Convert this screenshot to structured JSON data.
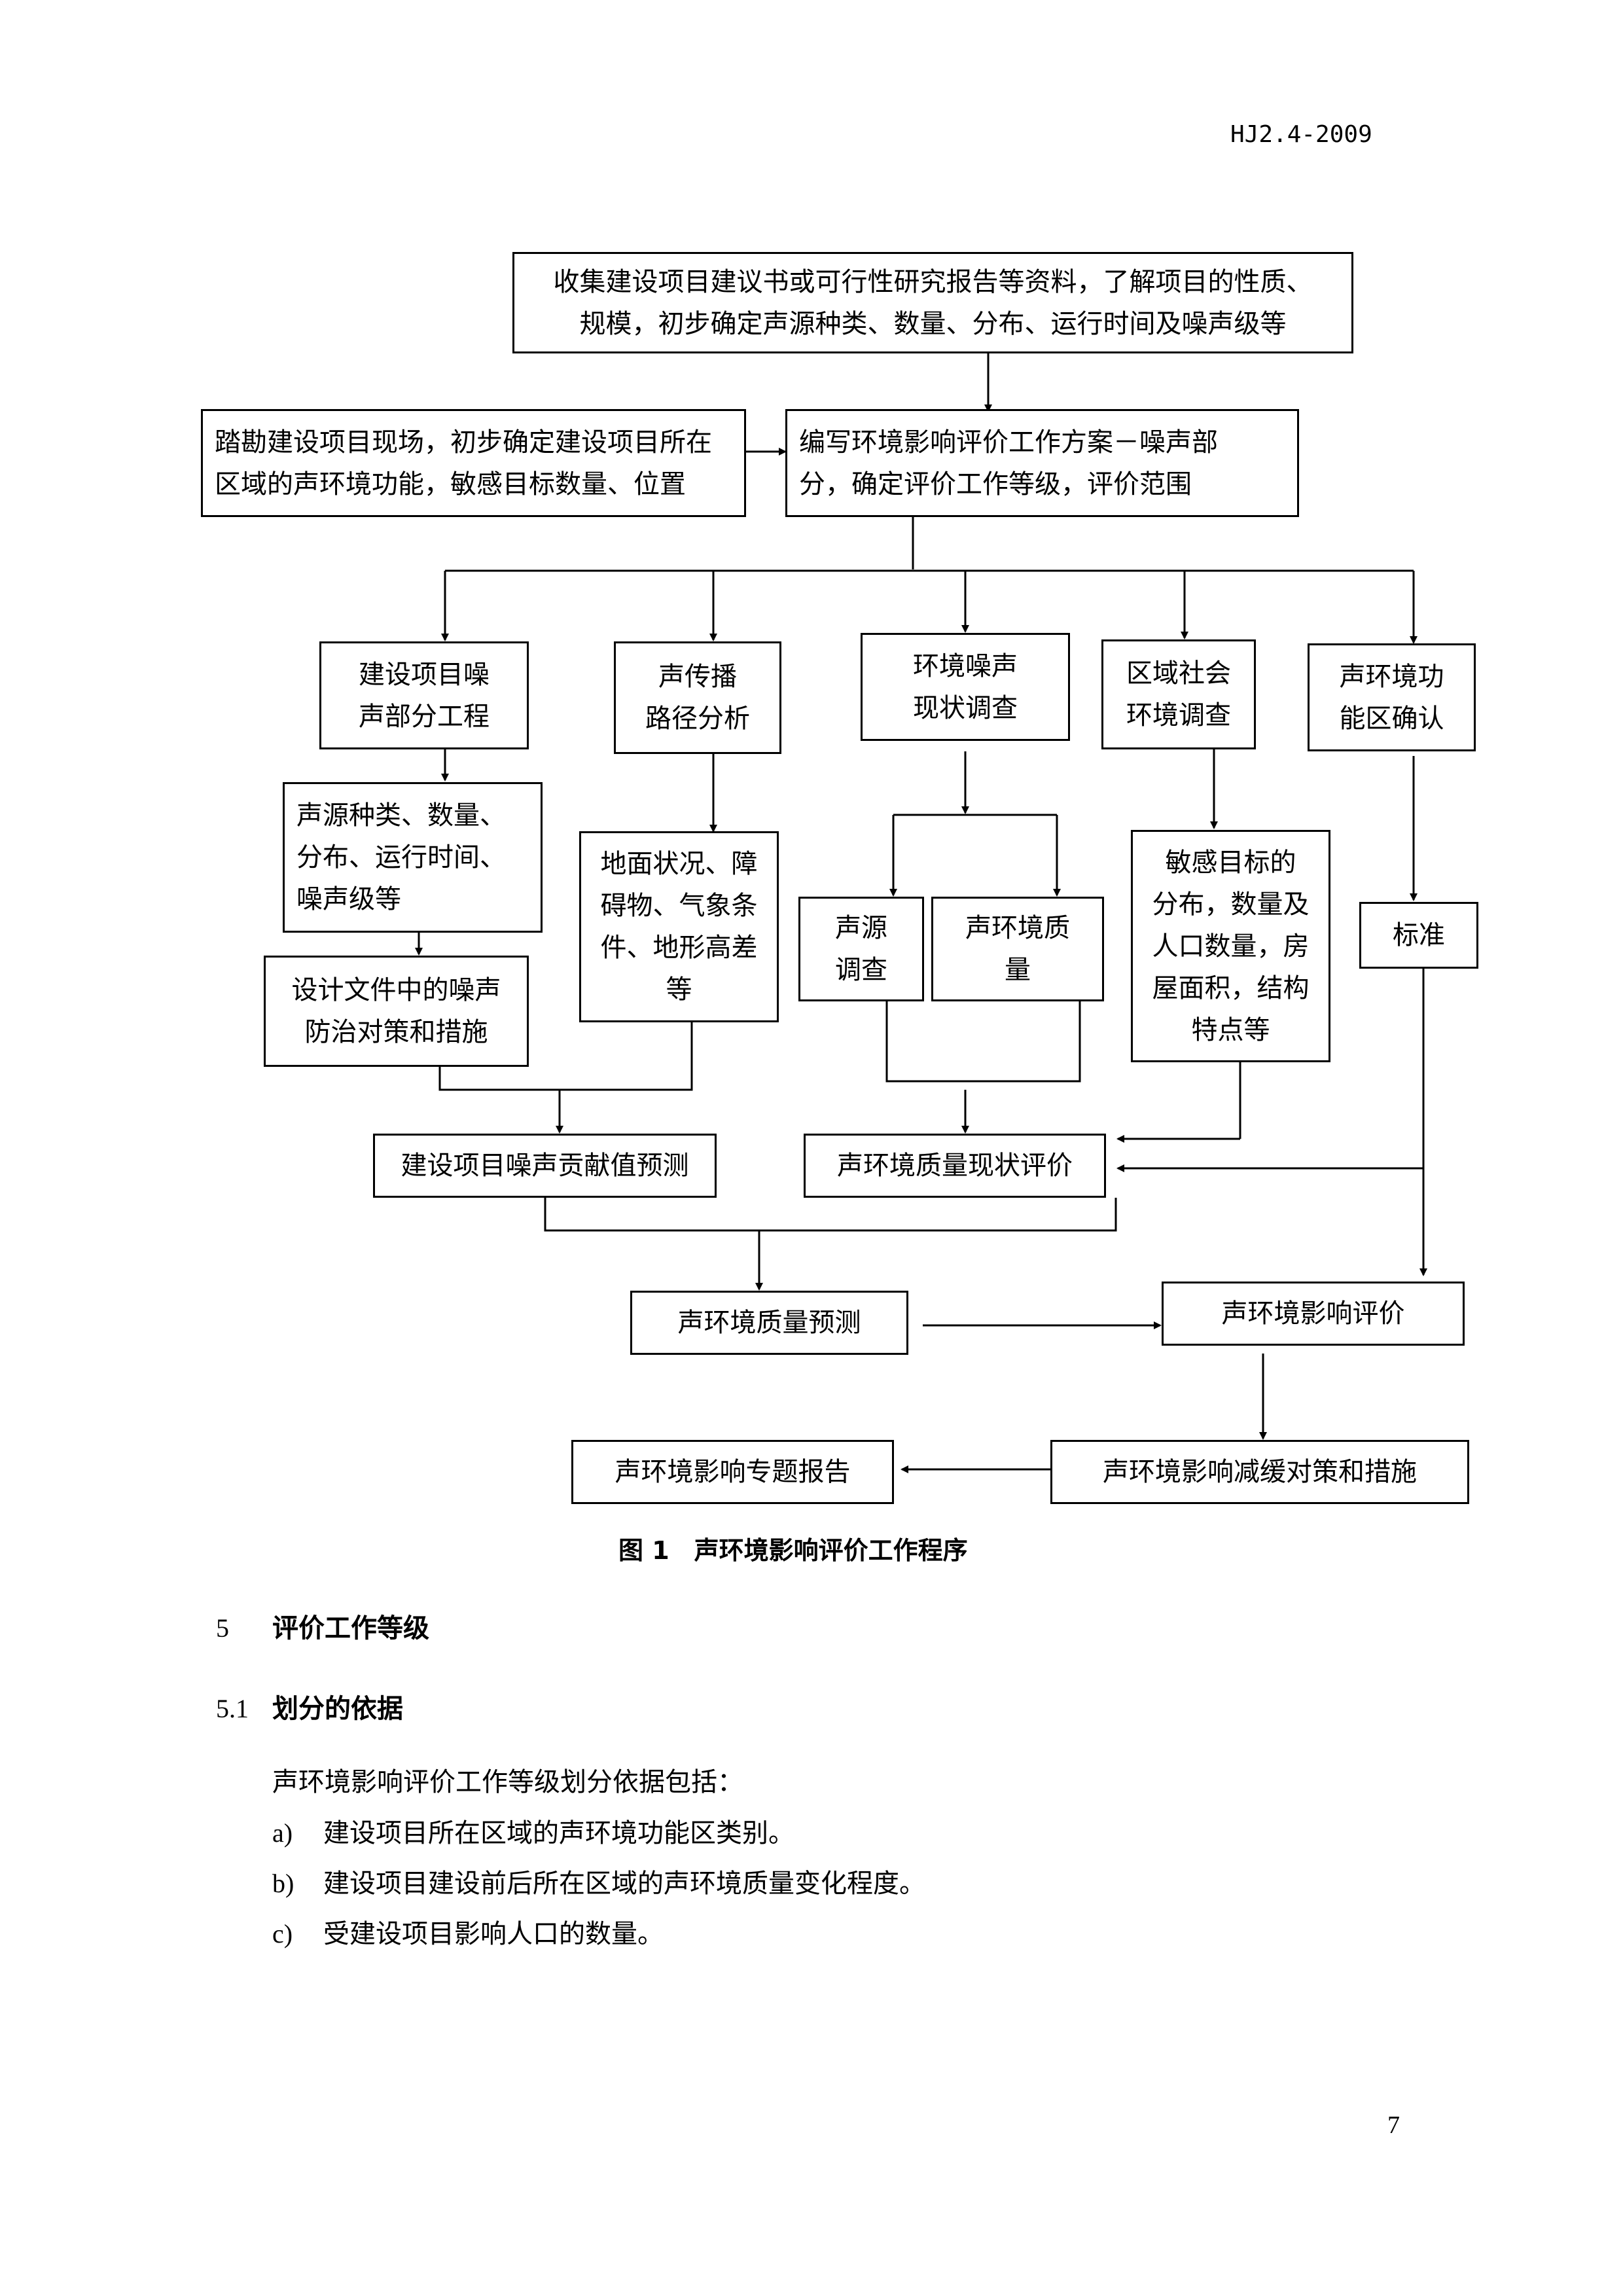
{
  "header": {
    "standard_number": "HJ2.4-2009"
  },
  "flowchart": {
    "collect": [
      "收集建设项目建议书或可行性研究报告等资料，了解项目的性质、",
      "规模，初步确定声源种类、数量、分布、运行时间及噪声级等"
    ],
    "survey": [
      "踏勘建设项目现场，初步确定建设项目所在",
      "区域的声环境功能，敏感目标数量、位置"
    ],
    "plan": [
      "编写环境影响评价工作方案－噪声部",
      "分，确定评价工作等级，评价范围"
    ],
    "project_noise": [
      "建设项目噪",
      "声部分工程"
    ],
    "propagation": [
      "声传播",
      "路径分析"
    ],
    "env_noise": [
      "环境噪声",
      "现状调查"
    ],
    "regional_social": [
      "区域社会",
      "环境调查"
    ],
    "function_zone": [
      "声环境功",
      "能区确认"
    ],
    "source_types": [
      "声源种类、数量、",
      "分布、运行时间、",
      "噪声级等"
    ],
    "design_docs": [
      "设计文件中的噪声",
      "防治对策和措施"
    ],
    "terrain": [
      "地面状况、障",
      "碍物、气象条",
      "件、地形高差",
      "等"
    ],
    "source_survey": [
      "声源",
      "调查"
    ],
    "quality_survey": [
      "声环境质",
      "量"
    ],
    "sensitive": [
      "敏感目标的",
      "分布，数量及",
      "人口数量，房",
      "屋面积，结构",
      "特点等"
    ],
    "standard": "标准",
    "contribution_forecast": "建设项目噪声贡献值预测",
    "status_eval": "声环境质量现状评价",
    "quality_forecast": "声环境质量预测",
    "impact_eval": "声环境影响评价",
    "mitigation": "声环境影响减缓对策和措施",
    "report": "声环境影响专题报告"
  },
  "figure_caption": "图 1　声环境影响评价工作程序",
  "section5": {
    "number": "5",
    "title": "评价工作等级"
  },
  "section51": {
    "number": "5.1",
    "title": "划分的依据"
  },
  "intro": "声环境影响评价工作等级划分依据包括：",
  "items": [
    {
      "mark": "a)",
      "text": "建设项目所在区域的声环境功能区类别。"
    },
    {
      "mark": "b)",
      "text": "建设项目建设前后所在区域的声环境质量变化程度。"
    },
    {
      "mark": "c)",
      "text": "受建设项目影响人口的数量。"
    }
  ],
  "page_number": "7"
}
